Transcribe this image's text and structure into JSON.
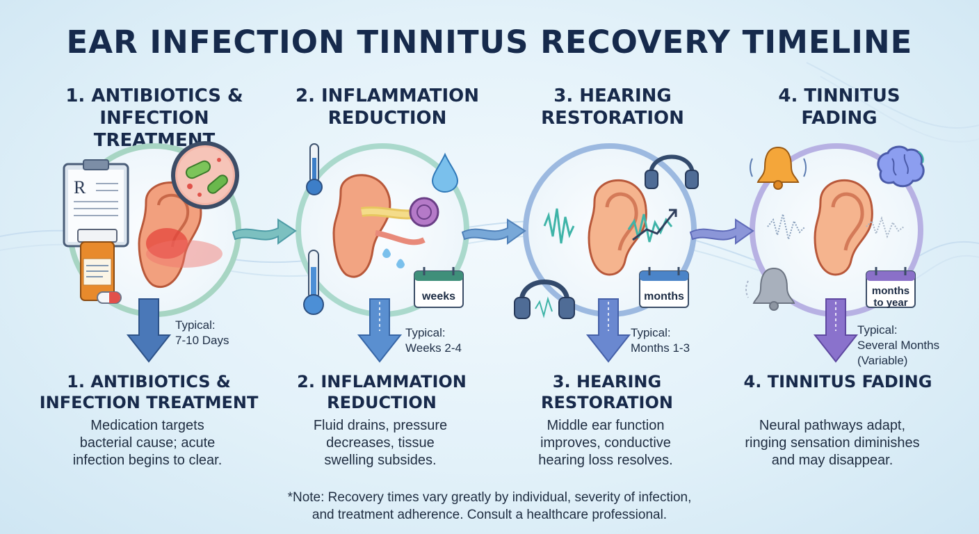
{
  "title": "EAR INFECTION TINNITUS RECOVERY TIMELINE",
  "stages": [
    {
      "heading_line1": "1. ANTIBIOTICS &",
      "heading_line2": "INFECTION TREATMENT",
      "typical_line1": "Typical:",
      "typical_line2": "7-10 Days",
      "calendar_label": "",
      "sub_line1": "1. ANTIBIOTICS &",
      "sub_line2": "INFECTION TREATMENT",
      "desc_line1": "Medication targets",
      "desc_line2": "bacterial cause; acute",
      "desc_line3": "infection begins to clear.",
      "arrow_color": "#4a78b8",
      "ring_color": "#9fd0b8",
      "icons": [
        "prescription-clipboard-icon",
        "pill-bottle-icon",
        "bacteria-magnifier-icon",
        "clock-icon"
      ]
    },
    {
      "heading_line1": "2. INFLAMMATION",
      "heading_line2": "REDUCTION",
      "typical_line1": "Typical:",
      "typical_line2": "Weeks 2-4",
      "calendar_label": "weeks",
      "sub_line1": "2. INFLAMMATION",
      "sub_line2": "REDUCTION",
      "desc_line1": "Fluid drains, pressure",
      "desc_line2": "decreases, tissue",
      "desc_line3": "swelling subsides.",
      "arrow_color": "#5a8fd0",
      "ring_color": "#a8d8c8",
      "icons": [
        "thermometer-icon",
        "water-drop-icon",
        "inner-ear-icon",
        "calendar-icon"
      ]
    },
    {
      "heading_line1": "3. HEARING",
      "heading_line2": "RESTORATION",
      "typical_line1": "Typical:",
      "typical_line2": "Months 1-3",
      "calendar_label": "months",
      "sub_line1": "3. HEARING",
      "sub_line2": "RESTORATION",
      "desc_line1": "Middle ear function",
      "desc_line2": "improves, conductive",
      "desc_line3": "hearing loss resolves.",
      "arrow_color": "#6a88d0",
      "ring_color": "#9ab8e2",
      "icons": [
        "headphones-icon",
        "sound-wave-icon",
        "ear-icon",
        "calendar-icon"
      ]
    },
    {
      "heading_line1": "4. TINNITUS",
      "heading_line2": "FADING",
      "typical_line1": "Typical:",
      "typical_line2": "Several Months",
      "typical_line3": "(Variable)",
      "calendar_label_line1": "months",
      "calendar_label_line2": "to year",
      "sub_line1": "4. TINNITUS FADING",
      "sub_line2": "",
      "desc_line1": "Neural pathways adapt,",
      "desc_line2": "ringing sensation diminishes",
      "desc_line3": "and may disappear.",
      "arrow_color": "#8a72cc",
      "ring_color": "#b8b0e4",
      "icons": [
        "bell-icon",
        "faded-bell-icon",
        "brain-icon",
        "ear-icon",
        "calendar-icon"
      ]
    }
  ],
  "note_line1": "*Note: Recovery times vary greatly by individual, severity of infection,",
  "note_line2": "and treatment adherence. Consult a healthcare professional."
}
